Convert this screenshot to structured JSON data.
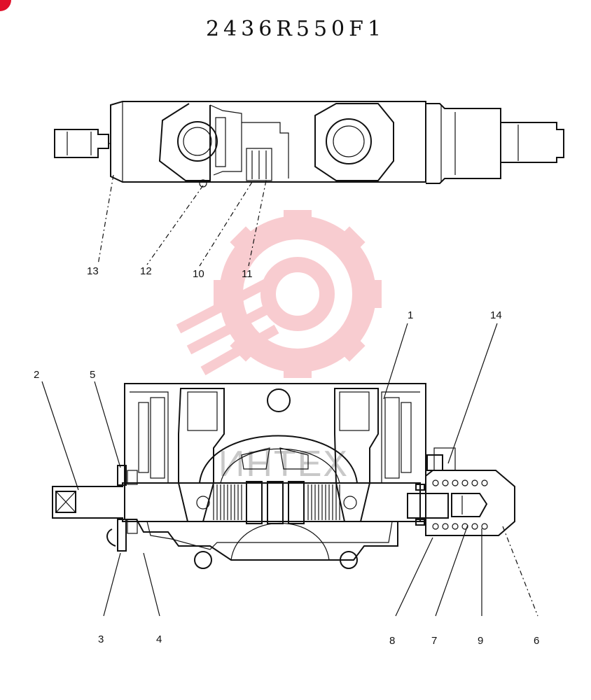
{
  "title": "2436R550F1",
  "watermark": {
    "text": "ИНТЕХ",
    "color": "#e84050"
  },
  "callouts": {
    "c1": "1",
    "c2": "2",
    "c3": "3",
    "c4": "4",
    "c5": "5",
    "c6": "6",
    "c7": "7",
    "c8": "8",
    "c9": "9",
    "c10": "10",
    "c11": "11",
    "c12": "12",
    "c13": "13",
    "c14": "14"
  }
}
